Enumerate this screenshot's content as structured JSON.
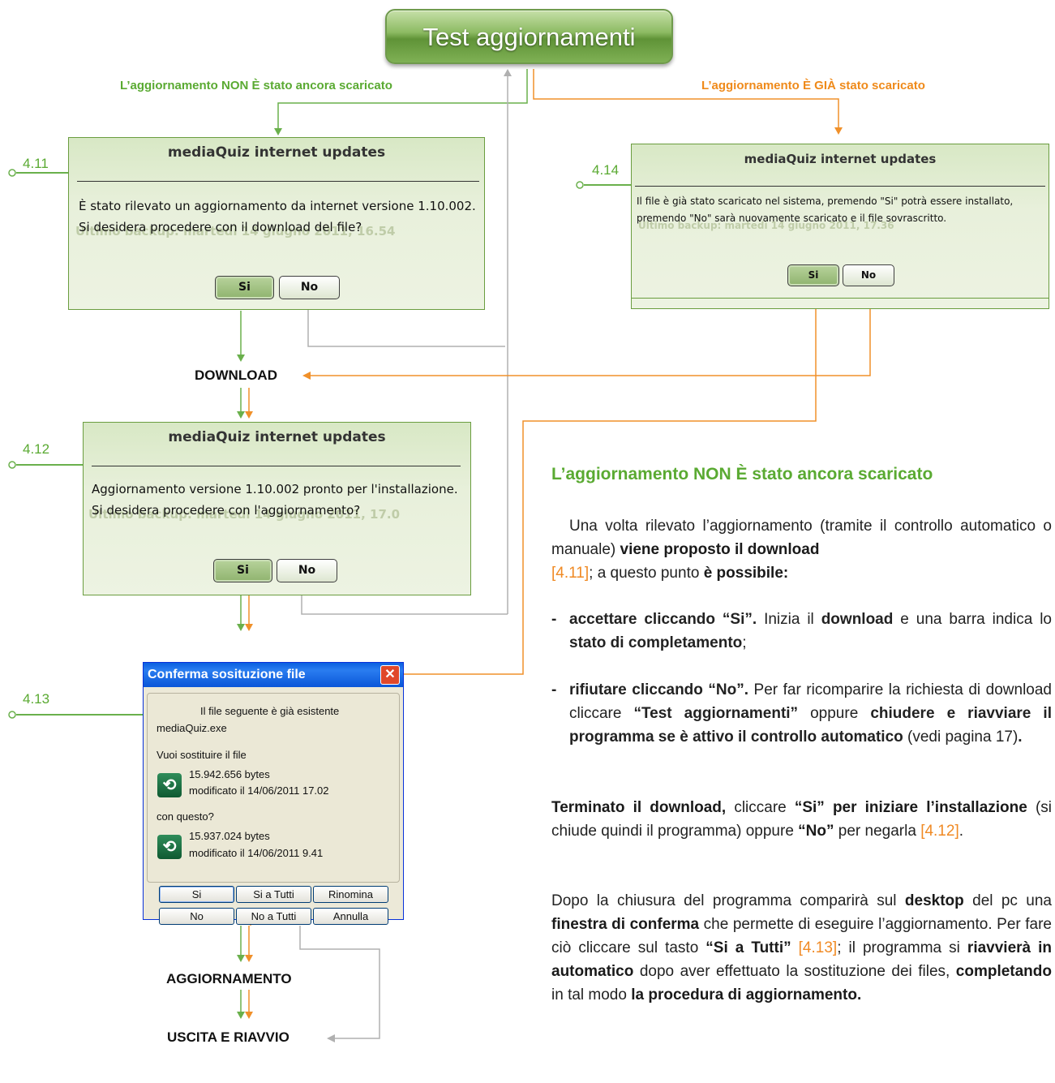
{
  "top_button": {
    "label": "Test aggiornamenti"
  },
  "branch_labels": {
    "not_downloaded": "L’aggiornamento NON È stato ancora scaricato",
    "already_downloaded": "L’aggiornamento È GIÀ stato scaricato"
  },
  "figures": {
    "f411": "4.11",
    "f412": "4.12",
    "f413": "4.13",
    "f414": "4.14"
  },
  "dialog_411": {
    "title": "mediaQuiz internet updates",
    "line1": "È stato rilevato un aggiornamento da internet versione 1.10.002.",
    "line2": "Si desidera procedere con il download del file?",
    "ghost": "Ultimo backup: martedì 14 giugno 2011, 16.54",
    "yes": "Si",
    "no": "No"
  },
  "dialog_414": {
    "title": "mediaQuiz internet updates",
    "line1": "Il file è già stato scaricato nel sistema, premendo \"Si\" potrà essere installato,",
    "line2": "premendo \"No\" sarà nuovamente scaricato e il file sovrascritto.",
    "ghost": "Ultimo backup: martedì 14 giugno 2011, 17.36",
    "yes": "Si",
    "no": "No"
  },
  "dialog_412": {
    "title": "mediaQuiz internet updates",
    "line1": "Aggiornamento versione 1.10.002 pronto per l'installazione.",
    "line2": "Si desidera procedere con l'aggiornamento?",
    "ghost": "Ultimo backup: martedì 14 giugno 2011, 17.0",
    "yes": "Si",
    "no": "No"
  },
  "nodes": {
    "download": "DOWNLOAD",
    "aggiornamento": "AGGIORNAMENTO",
    "uscita": "USCITA E RIAVVIO"
  },
  "xp_dialog": {
    "title": "Conferma sosituzione file",
    "close": "✕",
    "existing": "Il file seguente è già esistente",
    "filename": "mediaQuiz.exe",
    "replace_q": "Vuoi sostituire il file",
    "size1": "15.942.656 bytes",
    "date1": "modificato il 14/06/2011 17.02",
    "with_q": "con questo?",
    "size2": "15.937.024 bytes",
    "date2": "modificato il 14/06/2011 9.41",
    "buttons": [
      "Si",
      "Si a Tutti",
      "Rinomina",
      "No",
      "No a Tutti",
      "Annulla"
    ]
  },
  "prose": {
    "heading": "L’aggiornamento NON È stato ancora scaricato",
    "p1": {
      "a": "Una volta rilevato l’aggiornamento (tramite il controllo automatico o manuale) ",
      "b": "viene proposto il download",
      "ref": "[4.11]",
      "c": "; a questo punto ",
      "d": "è  possibile:"
    },
    "b1": {
      "dash": "-",
      "a": "accettare cliccando “Si”.",
      "b": " Inizia il ",
      "c": "download",
      "d": " e una barra indica lo ",
      "e": "stato di completamento",
      "f": ";"
    },
    "b2": {
      "dash": "-",
      "a": "rifiutare cliccando “No”.",
      "b": " Per far ricomparire la richiesta di download cliccare ",
      "c": "“Test aggiornamenti”",
      "d": " oppure ",
      "e": "chiudere e riavviare il programma se è attivo il controllo automatico",
      "f": " (vedi pagina 17)",
      "g": "."
    },
    "p2": {
      "a": "Terminato il download,",
      "b": " cliccare ",
      "c": "“Si” per iniziare l’installazione",
      "d": " (si chiude quindi il programma) oppure ",
      "e": "“No”",
      "f": " per negarla ",
      "ref": "[4.12]",
      "g": "."
    },
    "p3": {
      "a": "Dopo la chiusura del programma comparirà sul ",
      "b": "desktop",
      "c": " del pc una ",
      "d": "finestra di conferma",
      "e": " che permette di eseguire l’aggiornamento. Per fare ciò cliccare sul tasto ",
      "f": "“Si a Tutti”",
      "ref": "[4.13]",
      "g": "; il programma si ",
      "h": "riavvierà in automatico",
      "i": " dopo aver effettuato la sostituzione dei files, ",
      "j": "completando",
      "k": " in tal modo ",
      "l": "la procedura di aggiornamento."
    }
  }
}
